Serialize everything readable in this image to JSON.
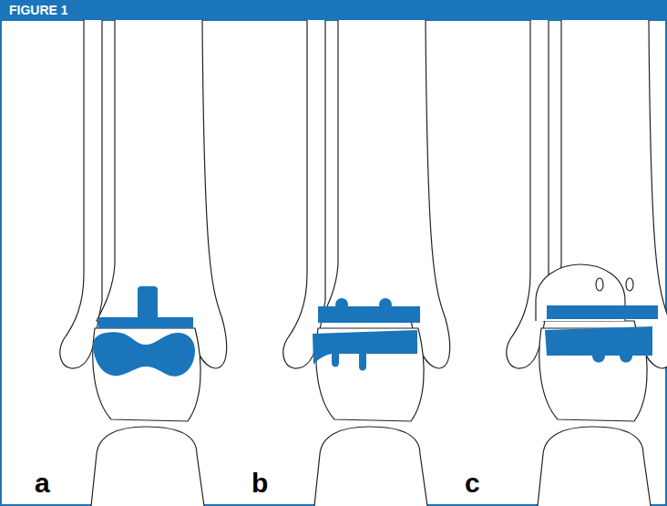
{
  "diagram": {
    "title": "FIGURE 1",
    "labels": [
      "a",
      "b",
      "c"
    ]
  }
}
